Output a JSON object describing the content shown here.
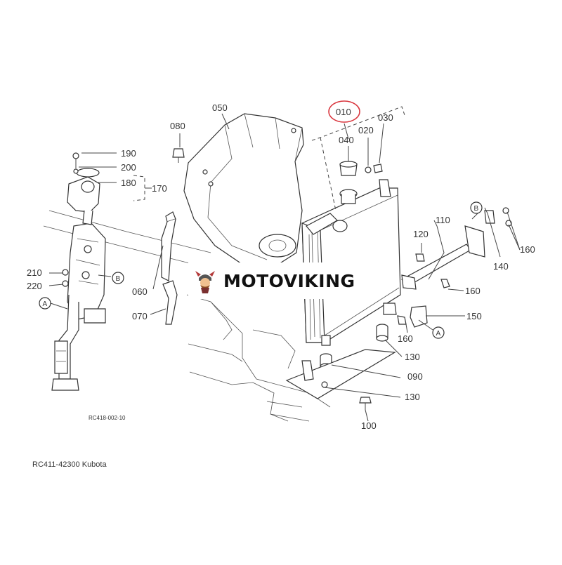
{
  "diagram": {
    "callouts": {
      "c010": "010",
      "c020": "020",
      "c030": "030",
      "c040": "040",
      "c050": "050",
      "c060": "060",
      "c070": "070",
      "c080": "080",
      "c090": "090",
      "c100": "100",
      "c110": "110",
      "c120": "120",
      "c130a": "130",
      "c130b": "130",
      "c140": "140",
      "c150": "150",
      "c160a": "160",
      "c160b": "160",
      "c160c": "160",
      "c170": "170",
      "c180": "180",
      "c190": "190",
      "c200": "200",
      "c210": "210",
      "c220": "220"
    },
    "refs": {
      "a1": "A",
      "a2": "A",
      "b1": "B",
      "b2": "B"
    },
    "drawing_code": "RC418-002-10",
    "highlight_color": "#d9363e"
  },
  "watermark": {
    "brand": "MOTOVIKING"
  },
  "caption": "RC411-42300 Kubota"
}
